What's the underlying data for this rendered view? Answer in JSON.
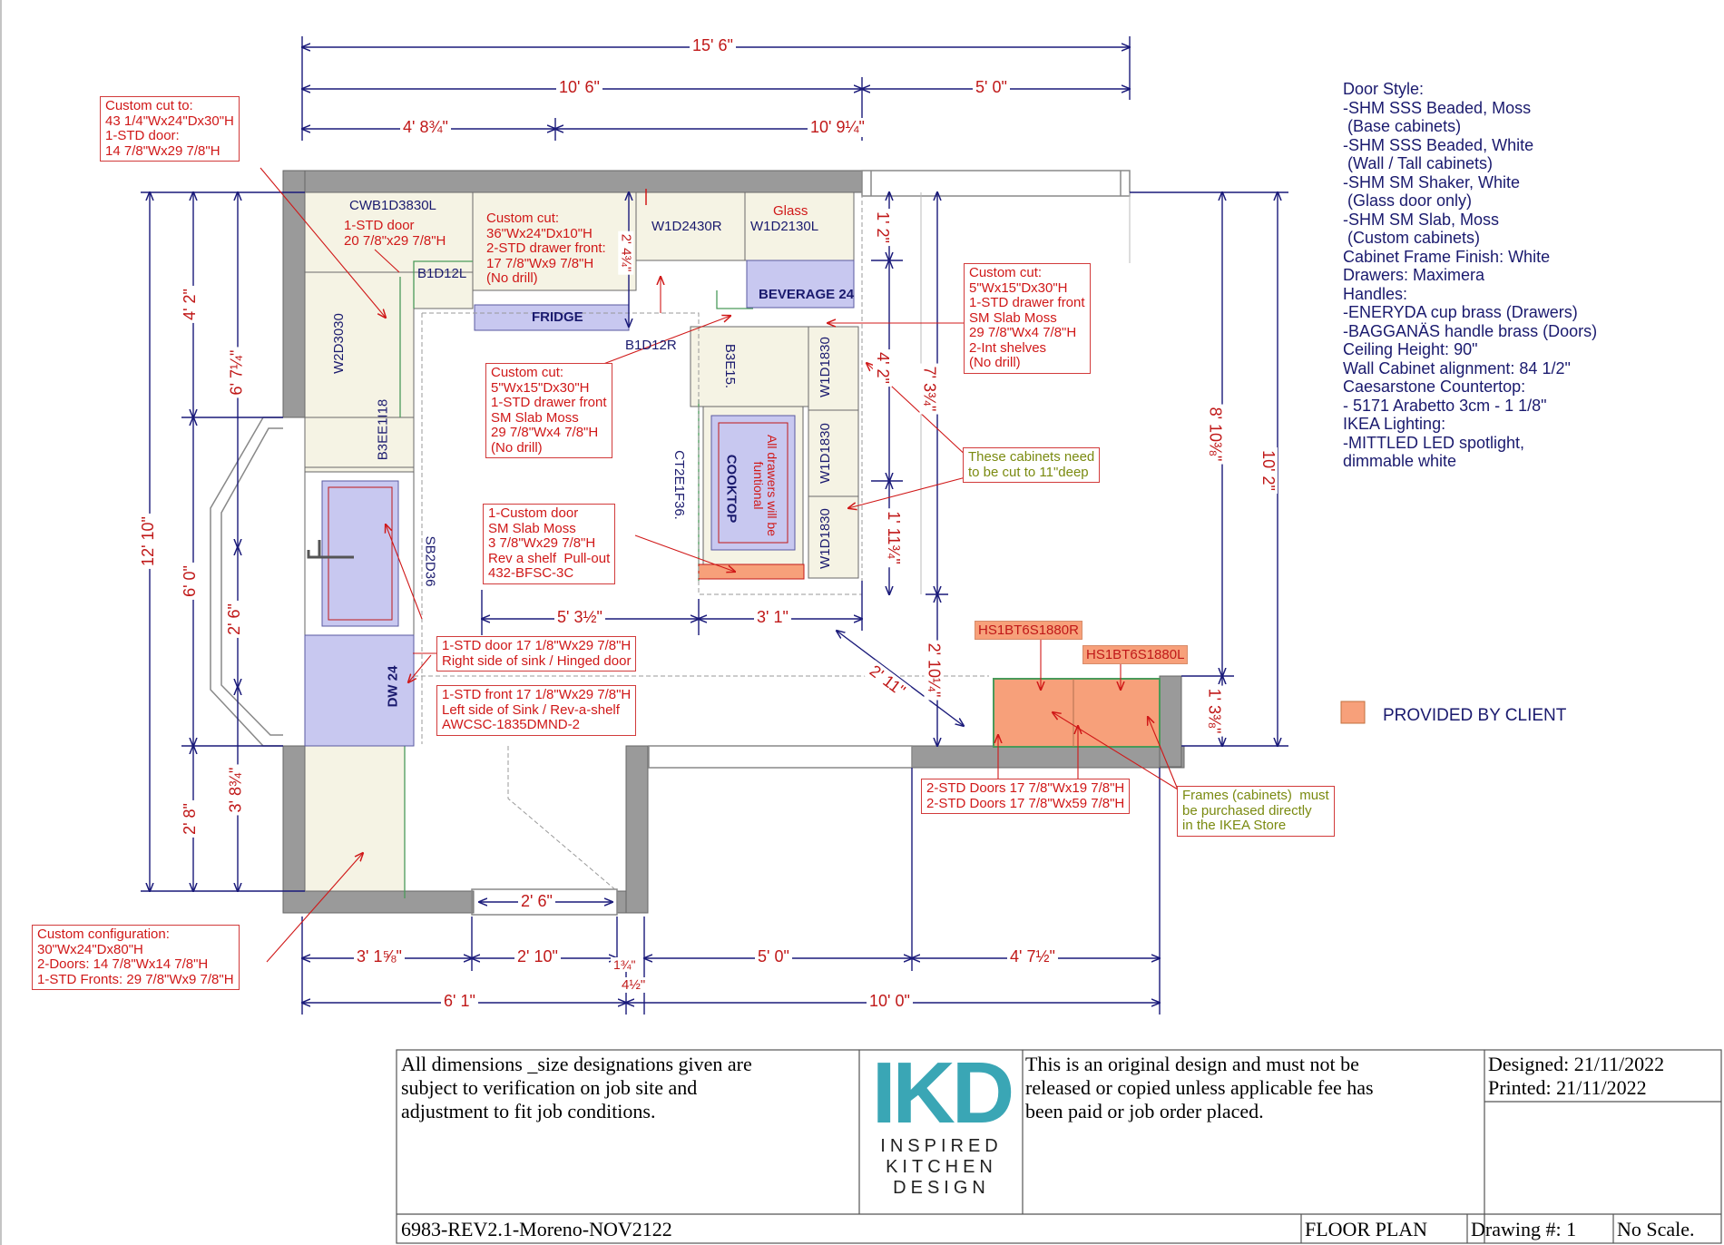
{
  "dimensions": {
    "top_total": "15' 6\"",
    "top_left": "10' 6\"",
    "top_right": "5' 0\"",
    "top_seg1": "4' 8¾\"",
    "top_seg2": "10' 9¼\"",
    "left_total": "12' 10\"",
    "left_upper": "4' 2\"",
    "left_mid": "6' 0\"",
    "left_lower": "2' 8\"",
    "left_inner_upper": "6' 7¼\"",
    "left_inner_mid": "2' 6\"",
    "left_inner_lower": "3' 8¾\"",
    "right_1_2": "1' 2\"",
    "right_2_4": "2' 4¾\"",
    "right_4_2": "4' 2\"",
    "right_7_3": "7' 3¾\"",
    "right_1_11": "1' 11¾\"",
    "right_8_10": "8' 10⅜\"",
    "right_10_2": "10' 2\"",
    "right_2_10": "2' 10¼\"",
    "right_1_3": "1' 3⅜\"",
    "mid_5_3": "5' 3½\"",
    "mid_3_1": "3' 1\"",
    "diag_2_11": "2' 11\"",
    "window_2_6": "2' 6\"",
    "bottom_3_1": "3' 1⅝\"",
    "bottom_2_10": "2' 10\"",
    "bottom_1_3": "1¾\"",
    "bottom_5_0": "5' 0\"",
    "bottom_4_7": "4' 7½\"",
    "bottom_4_half": "4½\"",
    "bottom_6_1": "6' 1\"",
    "bottom_10_0": "10' 0\""
  },
  "cabinets": {
    "cwb": "CWB1D3830L",
    "b1d12l": "B1D12L",
    "w1d2430r": "W1D2430R",
    "glass": "Glass",
    "w1d2130l": "W1D2130L",
    "beverage": "BEVERAGE 24",
    "fridge": "FRIDGE",
    "b1d12r": "B1D12R",
    "w2d3030": "W2D3030",
    "b3ee1118": "B3EE1I18",
    "b3e15": "B3E15.",
    "w1d1830_a": "W1D1830",
    "w1d1830_b": "W1D1830",
    "w1d1830_c": "W1D1830",
    "ct2e1f36": "CT2E1F36.",
    "cooktop": "COOKTOP",
    "cooktop_note": "All drawers will be funtional",
    "sb2d36": "SB2D36",
    "dw24": "DW 24",
    "hs_r": "HS1BT6S1880R",
    "hs_l": "HS1BT6S1880L"
  },
  "notes": {
    "custom_cut_top": "Custom cut to:\n43 1/4\"Wx24\"Dx30\"H\n1-STD door:\n14 7/8\"Wx29 7/8\"H",
    "cwb_door": "1-STD door\n20 7/8\"x29 7/8\"H",
    "custom_cut_36": "Custom cut:\n36\"Wx24\"Dx10\"H\n2-STD drawer front:\n17 7/8\"Wx9 7/8\"H\n(No drill)",
    "custom_cut_right": "Custom cut:\n5\"Wx15\"Dx30\"H\n1-STD drawer front\nSM Slab Moss\n29 7/8\"Wx4 7/8\"H\n2-Int shelves\n(No drill)",
    "custom_cut_mid": "Custom cut:\n5\"Wx15\"Dx30\"H\n1-STD drawer front\nSM Slab Moss\n29 7/8\"Wx4 7/8\"H\n(No drill)",
    "cut_11": "These cabinets need\nto be cut to 11\"deep",
    "custom_door": "1-Custom door\nSM Slab Moss\n3 7/8\"Wx29 7/8\"H\nRev a shelf  Pull-out\n432-BFSC-3C",
    "sink_right": "1-STD door 17 1/8\"Wx29 7/8\"H\nRight side of sink / Hinged door",
    "sink_left": "1-STD front 17 1/8\"Wx29 7/8\"H\nLeft side of Sink / Rev-a-shelf\nAWCSC-1835DMND-2",
    "hs_doors": "2-STD Doors 17 7/8\"Wx19 7/8\"H\n2-STD Doors 17 7/8\"Wx59 7/8\"H",
    "frames": "Frames (cabinets)  must\nbe purchased directly\nin the IKEA Store",
    "custom_config": "Custom configuration:\n30\"Wx24\"Dx80\"H\n2-Doors: 14 7/8\"Wx14 7/8\"H\n1-STD Fronts: 29 7/8\"Wx9 7/8\"H"
  },
  "specs": [
    "Door Style:",
    "-SHM SSS Beaded, Moss",
    " (Base cabinets)",
    "",
    "-SHM SSS Beaded, White",
    " (Wall / Tall cabinets)",
    "",
    "-SHM SM Shaker, White",
    " (Glass door only)",
    "",
    "-SHM SM Slab, Moss",
    " (Custom cabinets)",
    "",
    "Cabinet Frame Finish: White",
    "",
    "Drawers: Maximera",
    "",
    "Handles:",
    "-ENERYDA cup brass (Drawers)",
    "-BAGGANÄS handle brass (Doors)",
    "",
    "Ceiling Height: 90\"",
    "",
    "Wall Cabinet alignment: 84 1/2\"",
    "",
    "Caesarstone Countertop:",
    "- 5171 Arabetto 3cm - 1 1/8\"",
    "",
    "IKEA Lighting:",
    "-MITTLED LED spotlight,",
    "dimmable white"
  ],
  "legend": {
    "label": "PROVIDED BY CLIENT",
    "color": "#f7a07a"
  },
  "title_block": {
    "disclaimer": "All dimensions _size designations given are subject to verification on job site and adjustment to fit job conditions.",
    "logo_letters": "IKD",
    "logo_words": [
      "INSPIRED",
      "KITCHEN",
      "DESIGN"
    ],
    "copyright": "This is an original design and must not be released or copied unless applicable fee has been paid or job order placed.",
    "designed": "Designed: 21/11/2022",
    "printed": "Printed: 21/11/2022",
    "project": "6983-REV2.1-Moreno-NOV2122",
    "sheet": "FLOOR PLAN",
    "drawing_no": "Drawing #: 1",
    "scale": "No Scale."
  },
  "colors": {
    "dim_line": "#1a1a7a",
    "dim_text": "#c01818",
    "wall": "#9a9a9a",
    "cabinet_fill": "#f5f3e4",
    "appliance_fill": "#c8c8f0",
    "client_fill": "#f7a07a",
    "logo": "#3aa6b5"
  }
}
